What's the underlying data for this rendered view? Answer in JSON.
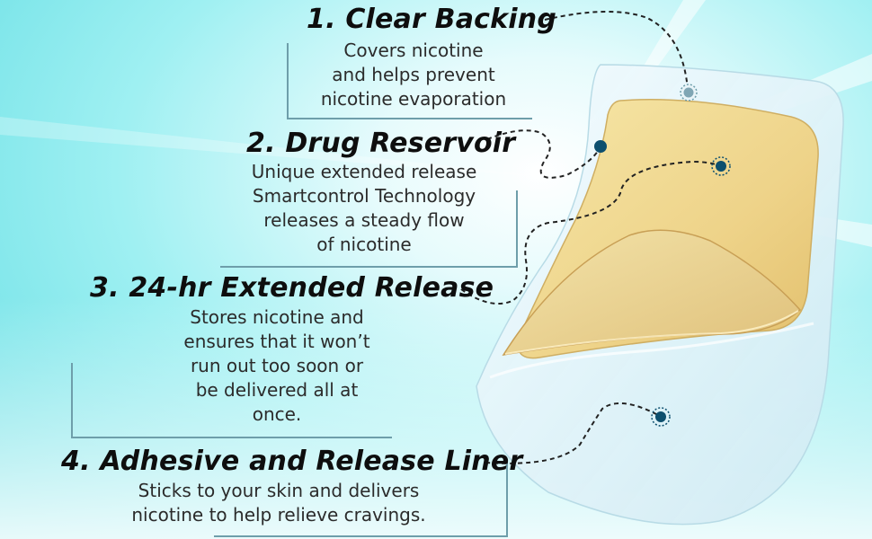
{
  "callouts": [
    {
      "title": "1. Clear Backing",
      "lines": [
        "Covers nicotine",
        "and helps prevent",
        "nicotine evaporation"
      ]
    },
    {
      "title": "2. Drug Reservoir",
      "lines": [
        "Unique extended release",
        "Smartcontrol Technology",
        "releases a steady flow",
        "of nicotine"
      ]
    },
    {
      "title": "3. 24-hr Extended Release",
      "lines": [
        "Stores nicotine and",
        "ensures that it won’t",
        "run out too soon or",
        "be delivered all at",
        "once."
      ]
    },
    {
      "title": "4. Adhesive and Release Liner",
      "lines": [
        "Sticks to your skin and delivers",
        "nicotine to help relieve cravings."
      ]
    }
  ],
  "colors": {
    "accent": "#0d4f6e",
    "bracket": "#6e9eaa",
    "pad": "#f0d98f"
  }
}
